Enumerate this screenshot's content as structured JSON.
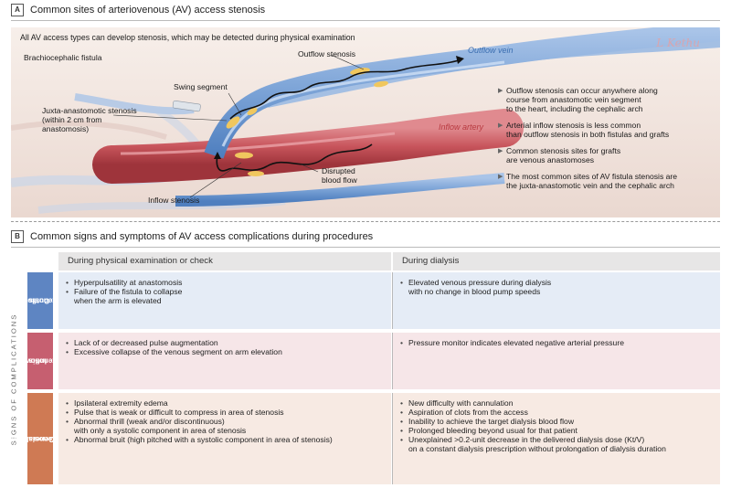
{
  "section_a": {
    "letter": "A",
    "title": "Common sites of arteriovenous (AV) access stenosis",
    "intro": "All AV access types can develop stenosis, which may be detected during physical examination",
    "labels": {
      "brachiocephalic": "Brachiocephalic fistula",
      "outflow_stenosis": "Outflow stenosis",
      "outflow_vein": "Outflow vein",
      "swing_segment": "Swing segment",
      "juxta_1": "Juxta-anastomotic stenosis",
      "juxta_2": "(within 2 cm from",
      "juxta_3": "anastomosis)",
      "inflow_artery": "Inflow artery",
      "disrupted_1": "Disrupted",
      "disrupted_2": "blood flow",
      "inflow_stenosis": "Inflow stenosis"
    },
    "bullets": [
      {
        "l1": "Outflow stenosis can occur anywhere along",
        "l2": "course from anastomotic vein segment",
        "l3": "to the heart, including the cephalic arch"
      },
      {
        "l1": "Arterial inflow stenosis is less common",
        "l2": "than outflow stenosis in both fistulas and grafts"
      },
      {
        "l1": "Common stenosis sites for grafts",
        "l2": "are venous anastomoses"
      },
      {
        "l1": "The most common sites of AV fistula stenosis are",
        "l2": "the juxta-anastomotic vein and the cephalic arch"
      }
    ],
    "signature": "L Kethu",
    "colors": {
      "vein": "#7aa2d6",
      "vein_dark": "#3f6fb0",
      "artery": "#c8555c",
      "artery_dark": "#9e343b",
      "plaque": "#f0c75e",
      "background": "#f4ede9"
    }
  },
  "section_b": {
    "letter": "B",
    "title": "Common signs and symptoms of AV access complications during procedures",
    "side_label": "SIGNS OF COMPLICATIONS",
    "columns": {
      "exam": "During physical examination or check",
      "dialysis": "During dialysis"
    },
    "rows": [
      {
        "label_1": "Outflow",
        "label_2": "stenosis",
        "color": "#5e85c2",
        "bg": "#e5ecf6",
        "exam": [
          {
            "l1": "Hyperpulsatility at anastomosis"
          },
          {
            "l1": "Failure of the fistula to collapse",
            "l2": "when the arm is elevated"
          }
        ],
        "dialysis": [
          {
            "l1": "Elevated venous pressure during dialysis",
            "l2": "with no change in blood pump speeds"
          }
        ]
      },
      {
        "label_1": "Inflow",
        "label_2": "stenosis",
        "color": "#c65f70",
        "bg": "#f6e6e8",
        "exam": [
          {
            "l1": "Lack of or decreased pulse augmentation"
          },
          {
            "l1": "Excessive collapse of the venous segment on arm elevation"
          }
        ],
        "dialysis": [
          {
            "l1": "Pressure monitor indicates elevated negative arterial pressure"
          }
        ]
      },
      {
        "label_1": "General sign",
        "label_2": "of stenosis",
        "color": "#cf7a54",
        "bg": "#f7eae3",
        "exam": [
          {
            "l1": "Ipsilateral extremity edema"
          },
          {
            "l1": "Pulse that is weak or difficult to compress in area of stenosis"
          },
          {
            "l1": "Abnormal thrill (weak and/or discontinuous)",
            "l2": "with only a systolic component in area of stenosis"
          },
          {
            "l1": "Abnormal bruit (high pitched with a systolic component in area of stenosis)"
          }
        ],
        "dialysis": [
          {
            "l1": "New difficulty with cannulation"
          },
          {
            "l1": "Aspiration of clots from the access"
          },
          {
            "l1": "Inability to achieve the target dialysis blood flow"
          },
          {
            "l1": "Prolonged bleeding beyond usual for that patient"
          },
          {
            "l1": "Unexplained >0.2-unit decrease in the delivered dialysis dose (Kt/V)",
            "l2": "on a constant dialysis prescription without prolongation of dialysis duration"
          }
        ]
      }
    ]
  }
}
